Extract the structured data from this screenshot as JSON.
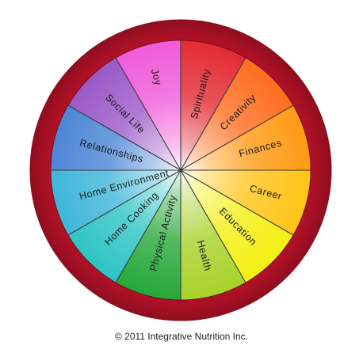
{
  "wheel": {
    "ring_color": "#c8102e",
    "ring_color_dark": "#8a0f1e",
    "segments": [
      {
        "label": "Spirituality",
        "color": "#e32b33"
      },
      {
        "label": "Creativity",
        "color": "#ff6d1f"
      },
      {
        "label": "Finances",
        "color": "#ff9a14"
      },
      {
        "label": "Career",
        "color": "#ffc414"
      },
      {
        "label": "Education",
        "color": "#f4ef12"
      },
      {
        "label": "Health",
        "color": "#a8d22a"
      },
      {
        "label": "Physical Activity",
        "color": "#27a83a"
      },
      {
        "label": "Home Cooking",
        "color": "#2ec4c4"
      },
      {
        "label": "Home Environment",
        "color": "#3fb6d9"
      },
      {
        "label": "Relationships",
        "color": "#4c86d6"
      },
      {
        "label": "Social Life",
        "color": "#9b59c7"
      },
      {
        "label": "Joy",
        "color": "#f05bd9"
      }
    ]
  },
  "footer": {
    "copyright": "© 2011 Integrative Nutrition Inc."
  }
}
